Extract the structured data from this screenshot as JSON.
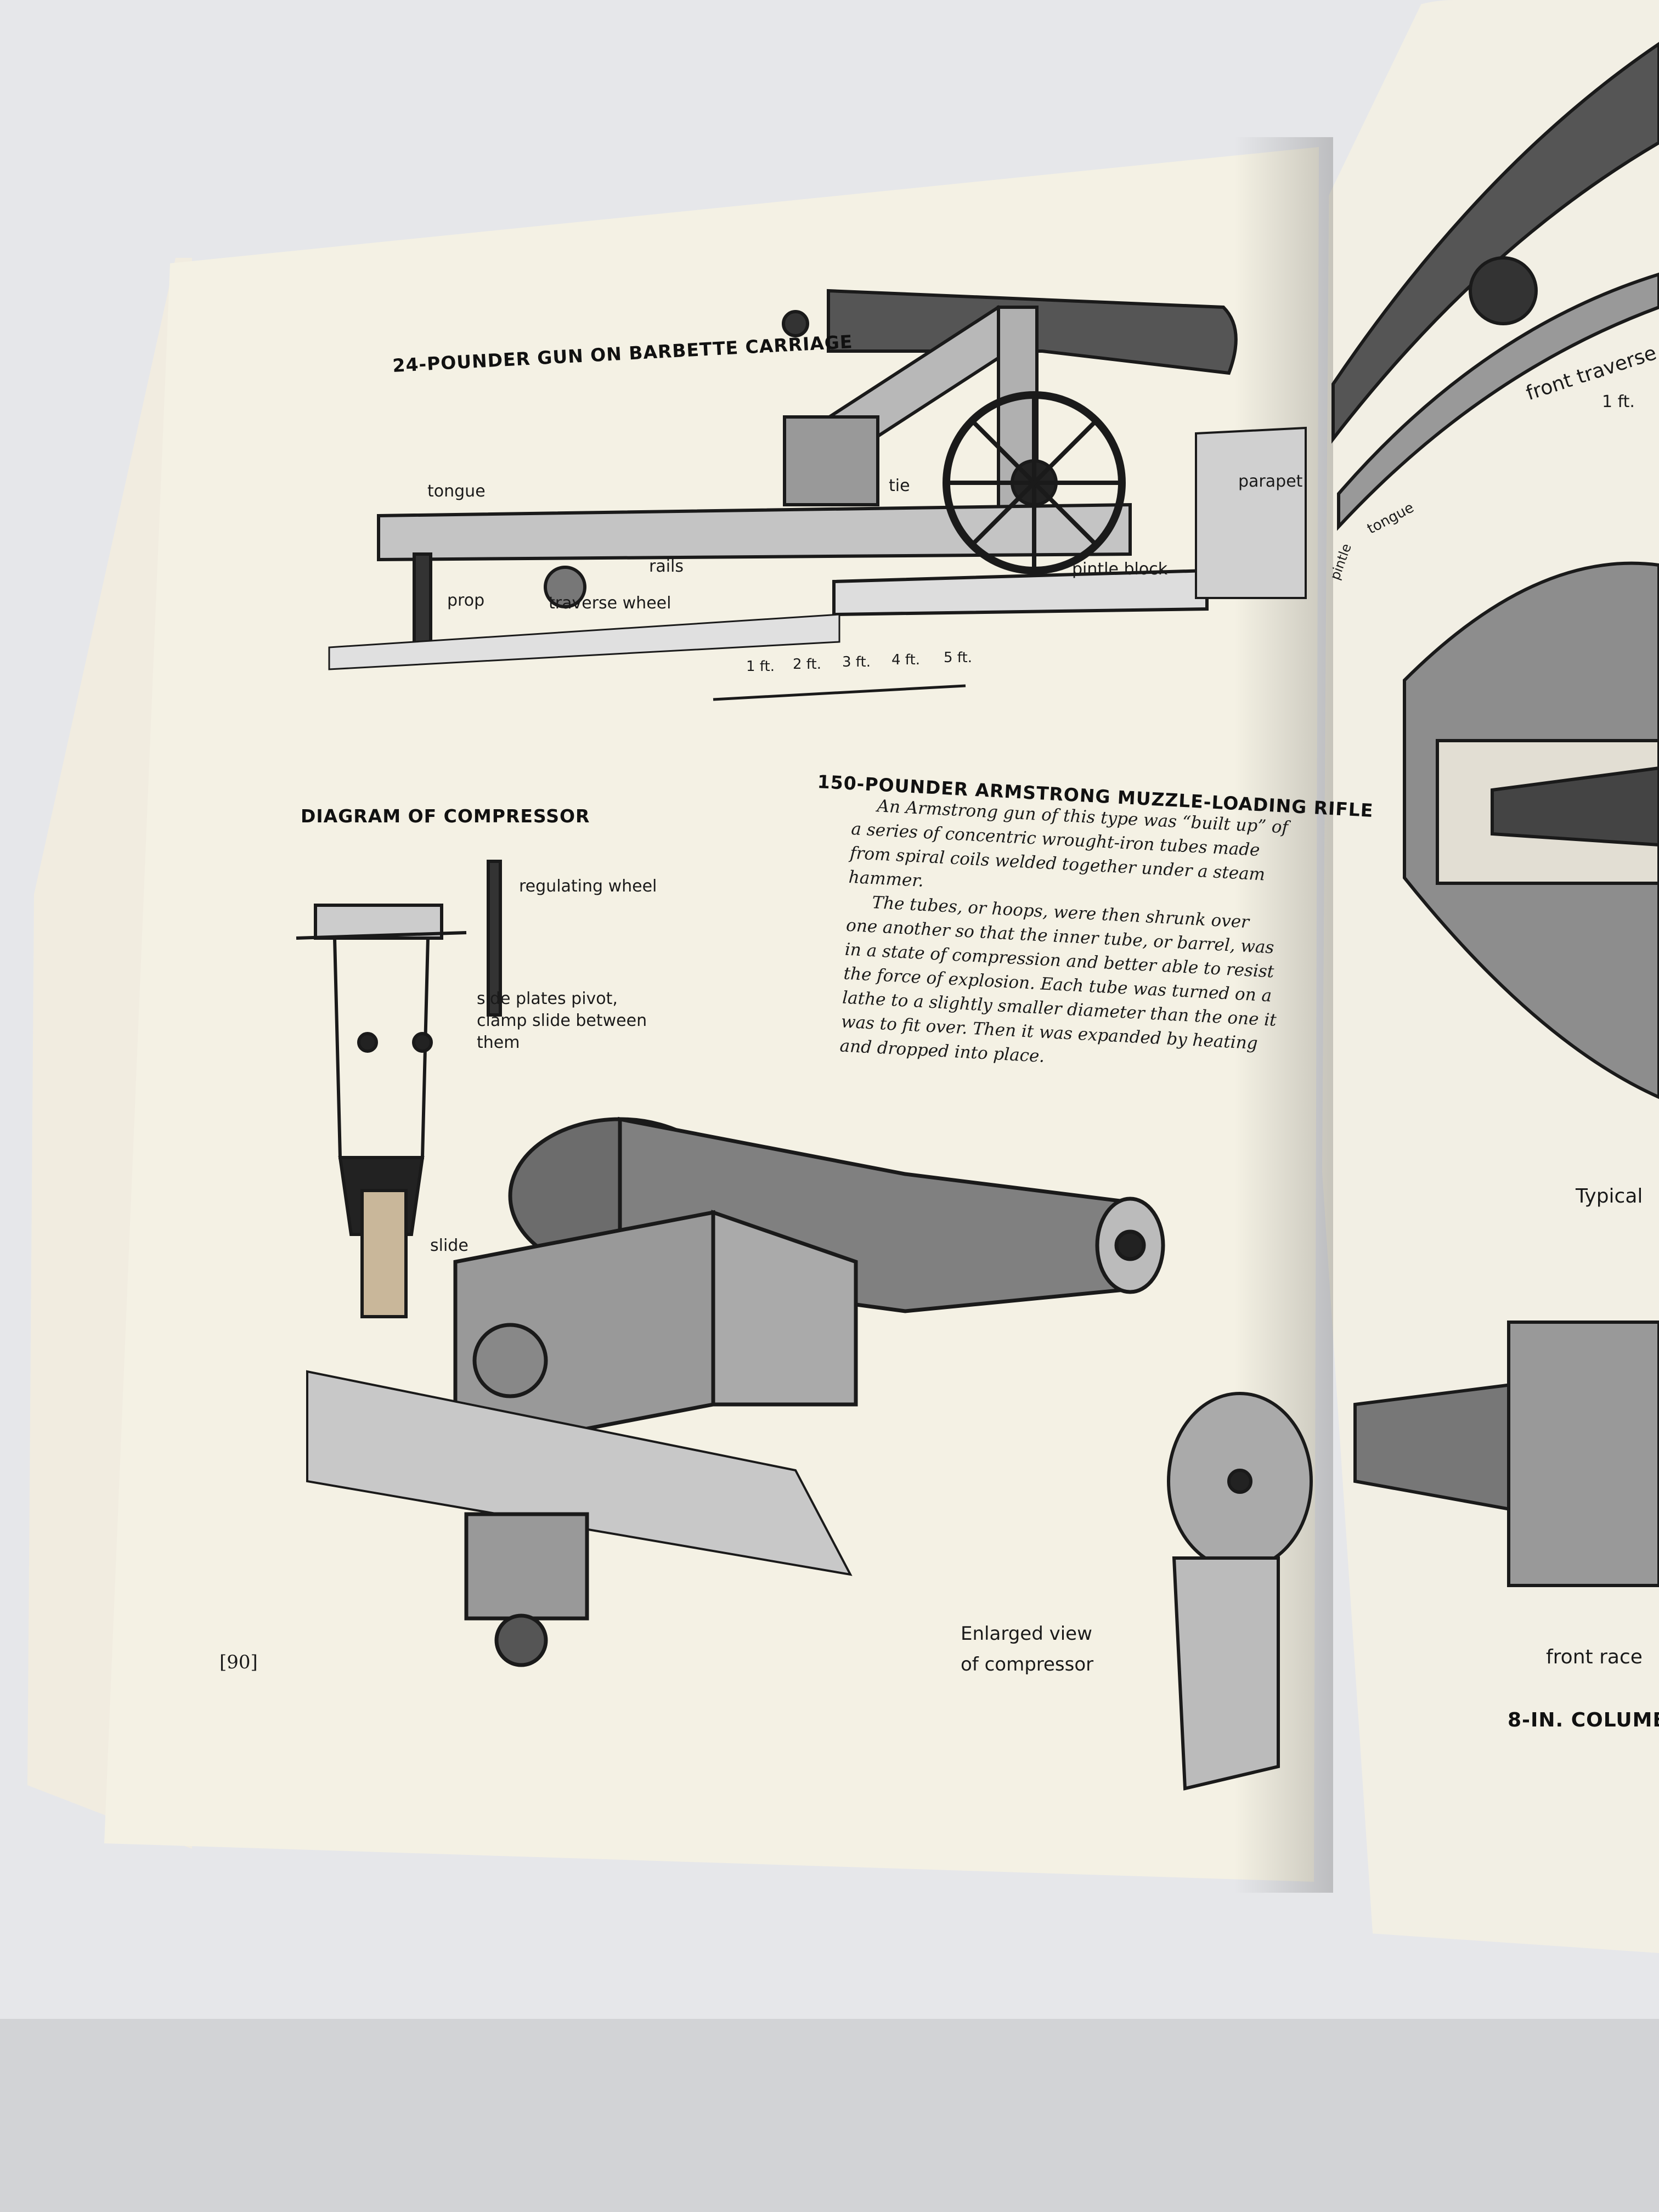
{
  "left_page": {
    "page_number": "[90]",
    "barbette": {
      "title": "24-POUNDER GUN ON BARBETTE CARRIAGE",
      "labels": {
        "tongue": "tongue",
        "tie": "tie",
        "parapet": "parapet",
        "rails": "rails",
        "prop": "prop",
        "traverse_wheel": "traverse wheel",
        "pintle_block": "pintle block"
      },
      "scale": [
        "1 ft.",
        "2 ft.",
        "3 ft.",
        "4 ft.",
        "5 ft."
      ]
    },
    "armstrong": {
      "title": "150-POUNDER ARMSTRONG MUZZLE-LOADING RIFLE",
      "paragraphs": [
        "An Armstrong gun of this type was “built up” of a series of concentric wrought-iron tubes made from spiral coils welded together under a steam hammer.",
        "The tubes, or hoops, were then shrunk over one another so that the inner tube, or barrel, was in a state of compression and better able to resist the force of explosion. Each tube was turned on a lathe to a slightly smaller diameter than the one it was to fit over. Then it was expanded by heating and dropped into place."
      ]
    },
    "compressor": {
      "title": "DIAGRAM OF COMPRESSOR",
      "labels": {
        "regulating_wheel": "regulating wheel",
        "side_plates_1": "side plates pivot,",
        "side_plates_2": "clamp slide between",
        "side_plates_3": "them",
        "slide": "slide"
      },
      "enlarged_1": "Enlarged view",
      "enlarged_2": "of compressor"
    }
  },
  "right_page": {
    "labels": {
      "front_traverse": "front traverse",
      "one_ft": "1 ft.",
      "tongue": "tongue",
      "pintle": "pintle",
      "typical": "Typical",
      "front_race": "front race"
    },
    "caption": "8-IN. COLUMB"
  }
}
